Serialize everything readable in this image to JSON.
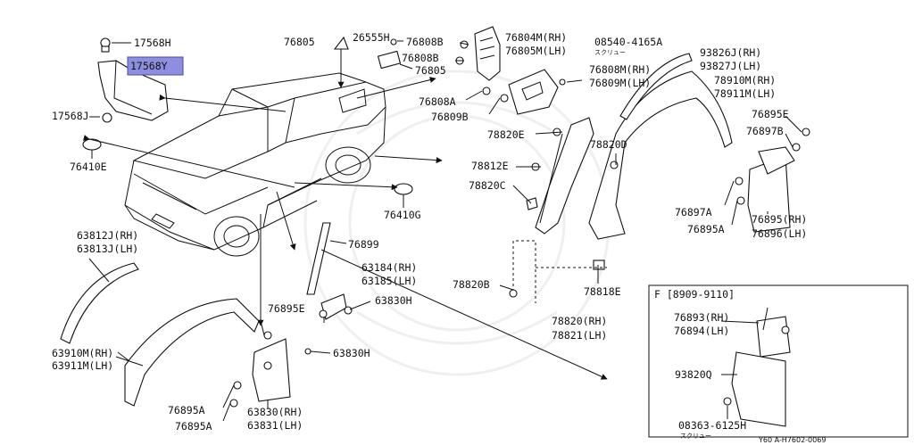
{
  "labels": {
    "p17568H": "17568H",
    "p17568Y": "17568Y",
    "p17568J": "17568J",
    "p76410E": "76410E",
    "p76410G": "76410G",
    "p76805a": "76805",
    "p26555H": "26555H",
    "p76805b": "76805",
    "p76808Ba": "76808B",
    "p76808Bb": "76808B",
    "p76804M": "76804M(RH)",
    "p76805M": "76805M(LH)",
    "p08540": "08540-4165A",
    "p08540sub": "スクリュー",
    "p76808M": "76808M(RH)",
    "p76809M": "76809M(LH)",
    "p76808A": "76808A",
    "p76809B": "76809B",
    "p93826J": "93826J(RH)",
    "p93827J": "93827J(LH)",
    "p78910M": "78910M(RH)",
    "p78911M": "78911M(LH)",
    "p76895E": "76895E",
    "p76897B": "76897B",
    "p78820E": "78820E",
    "p78820D": "78820D",
    "p78812E": "78812E",
    "p78820C": "78820C",
    "p76897A": "76897A",
    "p76895Ra": "76895(RH)",
    "p76895A": "76895A",
    "p76896L": "76896(LH)",
    "p63812J": "63812J(RH)",
    "p63813J": "63813J(LH)",
    "p76899": "76899",
    "p63184": "63184(RH)",
    "p63185": "63185(LH)",
    "p63830Ha": "63830H",
    "p76895E2": "76895E",
    "p63830Hb": "63830H",
    "p78820B": "78820B",
    "p78818E": "78818E",
    "p78820R": "78820(RH)",
    "p78821L": "78821(LH)",
    "p63910M": "63910M(RH)",
    "p63911M": "63911M(LH)",
    "p76895Aa": "76895A",
    "p76895Ab": "76895A",
    "p63830R": "63830(RH)",
    "p63831L": "63831(LH)",
    "insetTitle": "F [8909-9110]",
    "p76893": "76893(RH)",
    "p76894": "76894(LH)",
    "p93820Q": "93820Q",
    "p08363": "08363-6125H",
    "p08363sub": "スクリュー",
    "footer": "Y60 A-H7602-0069"
  },
  "colors": {
    "highlight": "#8e8ee0",
    "line": "#111111"
  }
}
